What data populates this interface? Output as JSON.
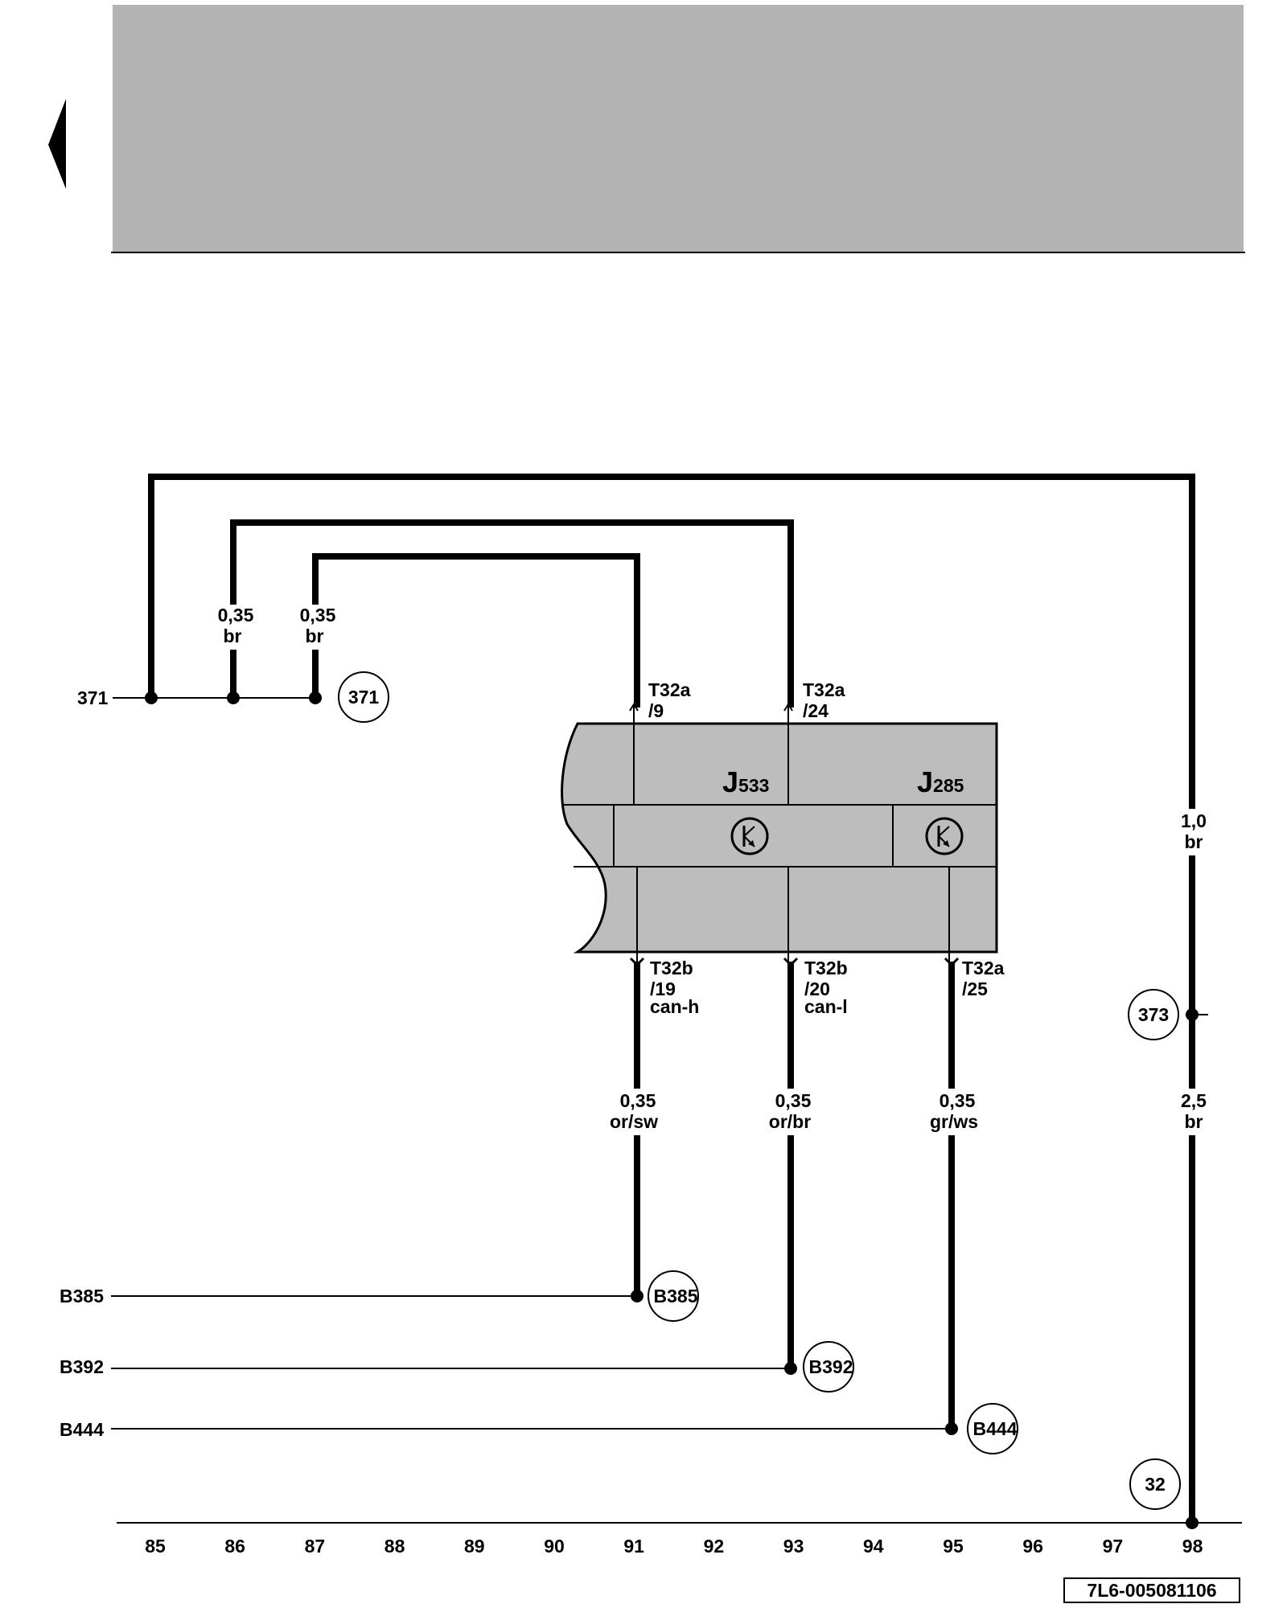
{
  "nav": {
    "prev_icon": "left-triangle-icon"
  },
  "colors": {
    "header_gray": "#b3b3b3",
    "box_gray": "#bdbdbd",
    "line": "#000000"
  },
  "components": {
    "j533": {
      "letter": "J",
      "num": "533"
    },
    "j285": {
      "letter": "J",
      "num": "285"
    }
  },
  "pins": {
    "p1": {
      "line1": "T32a",
      "line2": "/9"
    },
    "p2": {
      "line1": "T32a",
      "line2": "/24"
    },
    "p3": {
      "line1": "T32b",
      "line2": "/19",
      "line3": "can-h"
    },
    "p4": {
      "line1": "T32b",
      "line2": "/20",
      "line3": "can-l"
    },
    "p5": {
      "line1": "T32a",
      "line2": "/25"
    }
  },
  "wires": {
    "w86": {
      "size": "0,35",
      "color": "br"
    },
    "w87": {
      "size": "0,35",
      "color": "br"
    },
    "w91": {
      "size": "0,35",
      "color": "or/sw"
    },
    "w93": {
      "size": "0,35",
      "color": "or/br"
    },
    "w95": {
      "size": "0,35",
      "color": "gr/ws"
    },
    "w98a": {
      "size": "1,0",
      "color": "br"
    },
    "w98b": {
      "size": "2,5",
      "color": "br"
    }
  },
  "refs": {
    "left_371": "371",
    "left_b385": "B385",
    "left_b392": "B392",
    "left_b444": "B444",
    "c371": "371",
    "c373": "373",
    "c32": "32",
    "cb385": "B385",
    "cb392": "B392",
    "cb444": "B444"
  },
  "axis": [
    "85",
    "86",
    "87",
    "88",
    "89",
    "90",
    "91",
    "92",
    "93",
    "94",
    "95",
    "96",
    "97",
    "98"
  ],
  "doc_code": "7L6-005081106"
}
